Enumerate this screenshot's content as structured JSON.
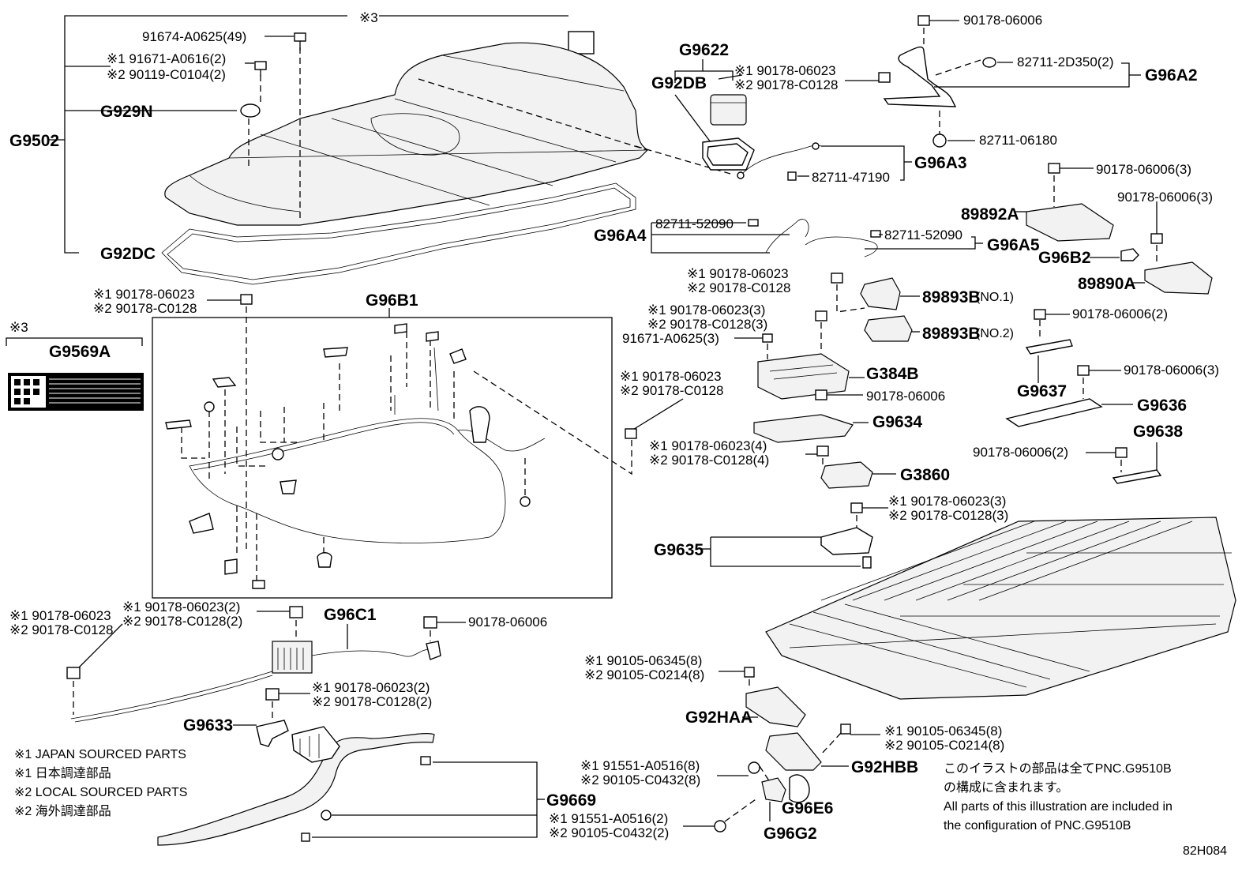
{
  "diagram_code": "82H084",
  "refs": {
    "g9502": "G9502",
    "g929n": "G929N",
    "g92dc": "G92DC",
    "g9622": "G9622",
    "g92db": "G92DB",
    "g96a2": "G96A2",
    "g96a3": "G96A3",
    "g96a4": "G96A4",
    "g96a5": "G96A5",
    "p89892a": "89892A",
    "g96b2": "G96B2",
    "p89890a": "89890A",
    "p89893b1": "89893B",
    "p89893b1_sub": "(NO.1)",
    "p89893b2": "89893B",
    "p89893b2_sub": "(NO.2)",
    "g384b": "G384B",
    "g9634": "G9634",
    "g3860": "G3860",
    "g9637": "G9637",
    "g9636": "G9636",
    "g9638": "G9638",
    "g9635": "G9635",
    "g96b1": "G96B1",
    "g9569a": "G9569A",
    "g96c1": "G96C1",
    "g9633": "G9633",
    "g9669": "G9669",
    "g92haa": "G92HAA",
    "g92hbb": "G92HBB",
    "g96e6": "G96E6",
    "g96g2": "G96G2"
  },
  "part_numbers": {
    "mark3_top": "※3",
    "mark3_left": "※3",
    "p91674_a0625": "91674-A0625(49)",
    "p91671_a0616": "※1 91671-A0616(2)",
    "p90119_c0104": "※2 90119-C0104(2)",
    "g9622_a": "※1 90178-06023",
    "g9622_b": "※2 90178-C0128",
    "g96a2_top": "90178-06006",
    "g96a2_mid": "82711-2D350(2)",
    "g96a2_bot": "82711-06180",
    "g96a3_p": "82711-47190",
    "g96a4_p": "82711-52090",
    "g96a5_p": "82711-52090",
    "p89892a_n": "90178-06006(3)",
    "p89890a_n": "90178-06006(3)",
    "p89893b_a": "※1 90178-06023",
    "p89893b_b": "※2 90178-C0128",
    "g384b_a": "※1 90178-06023(3)",
    "g384b_b": "※2 90178-C0128(3)",
    "g384b_c": "91671-A0625(3)",
    "g9634_n": "90178-06006",
    "g3860_a": "※1 90178-06023(4)",
    "g3860_b": "※2 90178-C0128(4)",
    "g9637_n": "90178-06006(2)",
    "g9636_n": "90178-06006(3)",
    "g9638_n": "90178-06006(2)",
    "g9635_a": "※1 90178-06023(3)",
    "g9635_b": "※2 90178-C0128(3)",
    "g96b1_a": "※1 90178-06023",
    "g96b1_b": "※2 90178-C0128",
    "mid_a": "※1 90178-06023",
    "mid_b": "※2 90178-C0128",
    "g96c1_a": "※1 90178-06023(2)",
    "g96c1_b": "※2 90178-C0128(2)",
    "g96c1_r": "90178-06006",
    "left_a": "※1 90178-06023",
    "left_b": "※2 90178-C0128",
    "g9633_a": "※1 90178-06023(2)",
    "g9633_b": "※2 90178-C0128(2)",
    "g92haa_a": "※1 90105-06345(8)",
    "g92haa_b": "※2 90105-C0214(8)",
    "g92hbb_a": "※1 90105-06345(8)",
    "g92hbb_b": "※2 90105-C0214(8)",
    "g96e6_a": "※1 91551-A0516(8)",
    "g96e6_b": "※2 90105-C0432(8)",
    "g96g2_a": "※1 91551-A0516(2)",
    "g96g2_b": "※2 90105-C0432(2)"
  },
  "legend": {
    "line1": "※1 JAPAN SOURCED PARTS",
    "line2": "※1 日本調達部品",
    "line3": "※2 LOCAL SOURCED PARTS",
    "line4": "※2 海外調達部品"
  },
  "notice": {
    "jp1": "このイラストの部品は全てPNC.G9510B",
    "jp2": "の構成に含まれます。",
    "en1": "All parts of this illustration are included in",
    "en2": "the configuration of PNC.G9510B"
  }
}
